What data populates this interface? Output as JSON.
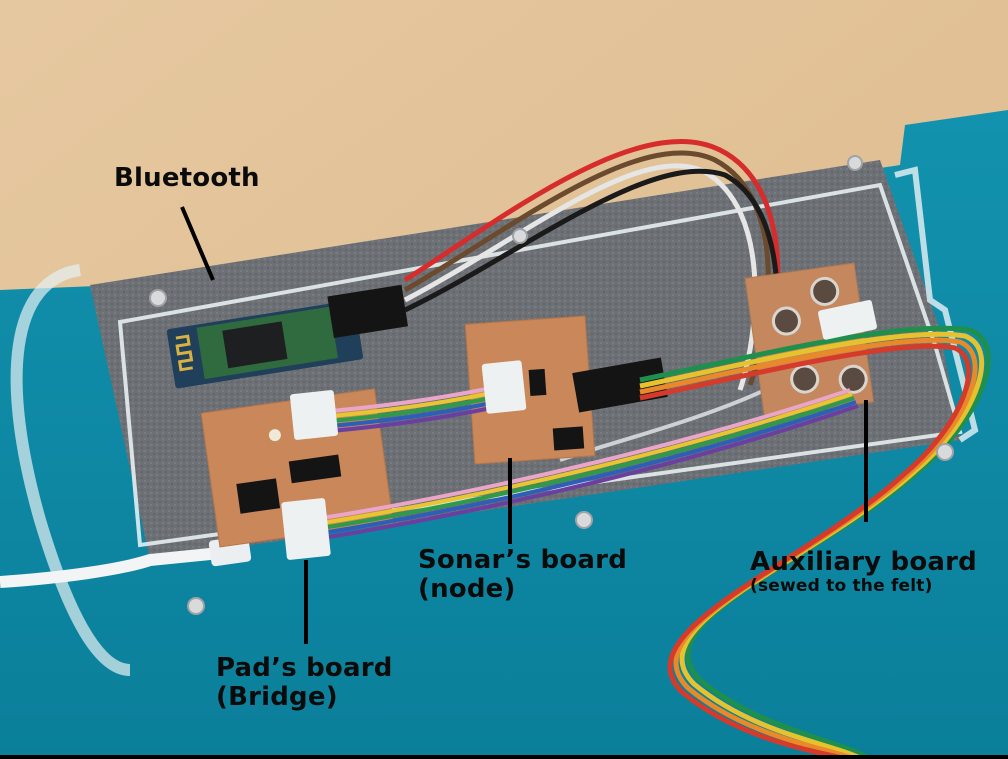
{
  "image": {
    "description": "Annotated photo of an electronics assembly: PCBs mounted on grey felt inside a clear acrylic frame, on teal felt over a wooden table",
    "colors": {
      "wood": "#e2c49a",
      "teal_felt": "#0f8aa6",
      "grey_felt": "#6b6f74",
      "copper": "#c9875a",
      "bt_module": "#2f6b3e",
      "acrylic": "#e8f2f5",
      "label_text": "#0b0b0b"
    },
    "ribbon_cable_colors": [
      "#e9a6c8",
      "#e8c531",
      "#2e9a4a",
      "#2d5fb8",
      "#6a3fa0"
    ],
    "rainbow_cable_colors": [
      "#1f8f4e",
      "#e6c32e",
      "#e88a2a",
      "#d53a2a"
    ],
    "jumper_wire_colors": [
      "#d62c2c",
      "#6b4a2e",
      "#e6e6e6",
      "#1a1a1a"
    ]
  },
  "labels": {
    "bluetooth": {
      "main": "Bluetooth"
    },
    "sonar": {
      "main": "Sonar’s board",
      "sub": "(node)"
    },
    "auxiliary": {
      "main": "Auxiliary board",
      "sub": "(sewed to the felt)"
    },
    "pad": {
      "main": "Pad’s board",
      "sub": "(Bridge)"
    }
  }
}
